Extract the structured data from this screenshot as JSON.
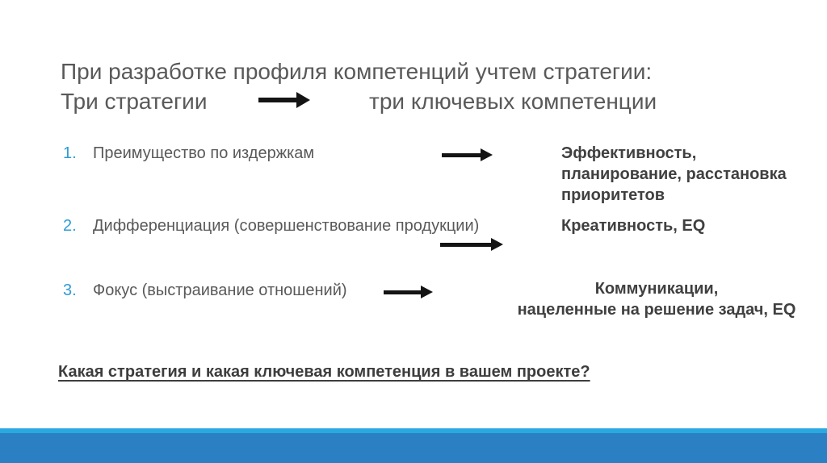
{
  "slide": {
    "title": {
      "line1": "При разработке профиля компетенций учтем стратегии:",
      "line2_left": "Три стратегии",
      "line2_right": "три ключевых компетенции"
    },
    "strategies": [
      {
        "number": "1.",
        "label": "Преимущество по издержкам"
      },
      {
        "number": "2.",
        "label": "Дифференциация (совершенствование продукции)"
      },
      {
        "number": "3.",
        "label": "Фокус (выстраивание отношений)"
      }
    ],
    "competencies": [
      {
        "text": "Эффективность, планирование, расстановка приоритетов",
        "lines": [
          "Эффективность,",
          "планирование, расстановка",
          "приоритетов"
        ]
      },
      {
        "text": "Креативность, EQ",
        "lines": [
          "Креативность, EQ"
        ]
      },
      {
        "text": "Коммуникации, нацеленные на решение задач, EQ",
        "lines": [
          "Коммуникации,",
          "нацеленные на решение задач, EQ"
        ]
      }
    ],
    "question": "Какая стратегия и какая ключевая компетенция в вашем проекте?"
  },
  "colors": {
    "title_text": "#595959",
    "body_text": "#595959",
    "number_accent": "#2E9BD6",
    "bold_text": "#404040",
    "arrow": "#141414",
    "bottom_stripe": "#2AA9E0",
    "bottom_bar": "#2A80C2",
    "background": "#FFFFFF"
  },
  "icons": {
    "title_arrow": "right-arrow",
    "row_arrow": "right-arrow"
  }
}
